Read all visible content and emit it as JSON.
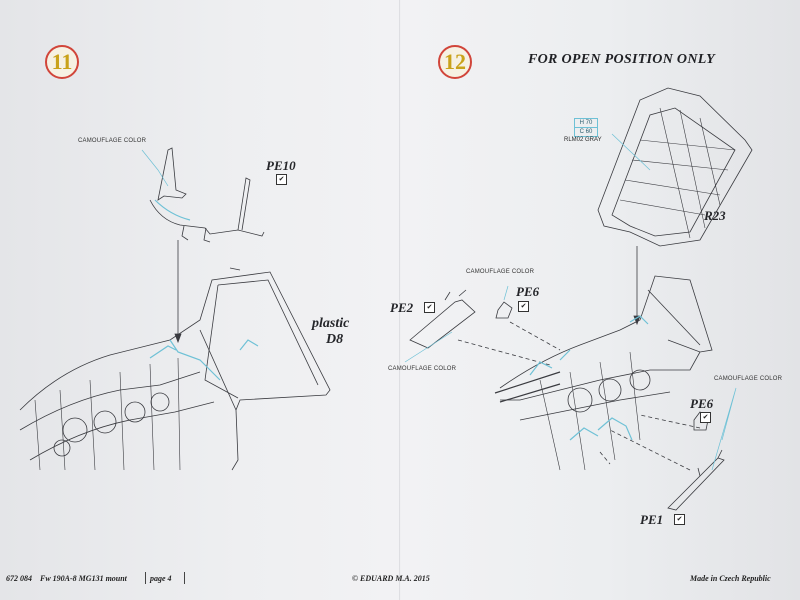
{
  "steps": {
    "step11": {
      "number": "11",
      "camouflage_label": "CAMOUFLAGE COLOR",
      "part_pe": "PE10",
      "plastic_label": "plastic",
      "plastic_part": "D8"
    },
    "step12": {
      "number": "12",
      "title": "FOR OPEN POSITION ONLY",
      "paint": {
        "h": "H 70",
        "c": "C 60",
        "name": "RLM02 GRAY"
      },
      "part_canopy": "R23",
      "camouflage_pe6_top": "CAMOUFLAGE COLOR",
      "camouflage_pe2": "CAMOUFLAGE COLOR",
      "camouflage_pe6_right": "CAMOUFLAGE COLOR",
      "part_pe2": "PE2",
      "part_pe6_top": "PE6",
      "part_pe6_right": "PE6",
      "part_pe1": "PE1"
    }
  },
  "check_mark": "✔",
  "footer": {
    "code": "672 084",
    "product": "Fw 190A-8 MG131 mount",
    "page": "page 4",
    "copyright": "© EDUARD  M.A. 2015",
    "made_in": "Made in Czech Republic"
  }
}
